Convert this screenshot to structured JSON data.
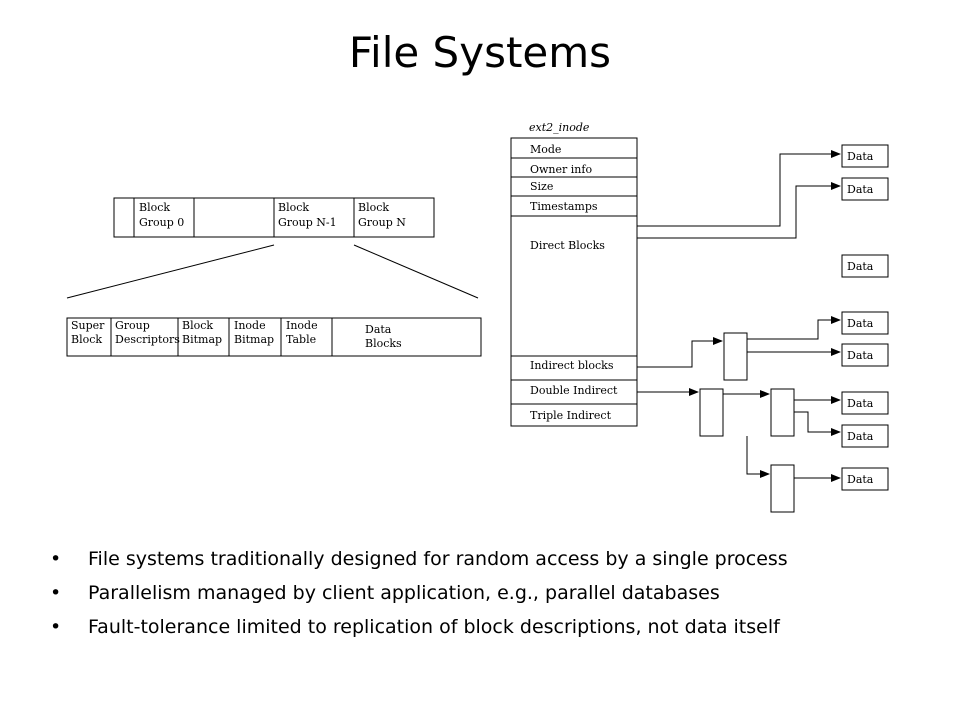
{
  "title": "File Systems",
  "block_groups": {
    "cells": [
      "Block\nGroup 0",
      "",
      "Block\nGroup N-1",
      "Block\nGroup N"
    ]
  },
  "group_detail": {
    "cells": [
      "Super\nBlock",
      "Group\nDescriptors",
      "Block\nBitmap",
      "Inode\nBitmap",
      "Inode\nTable",
      "Data\nBlocks"
    ]
  },
  "inode": {
    "caption": "ext2_inode",
    "fields": [
      "Mode",
      "Owner info",
      "Size",
      "Timestamps",
      "Direct Blocks",
      "Indirect blocks",
      "Double Indirect",
      "Triple Indirect"
    ]
  },
  "data_blocks": [
    "Data",
    "Data",
    "Data",
    "Data",
    "Data",
    "Data",
    "Data",
    "Data"
  ],
  "bullets": [
    "File systems traditionally designed for random access by a single process",
    "Parallelism managed by client application, e.g., parallel databases",
    "Fault-tolerance limited to replication of block descriptions, not data itself"
  ],
  "bullet_glyph": "•"
}
